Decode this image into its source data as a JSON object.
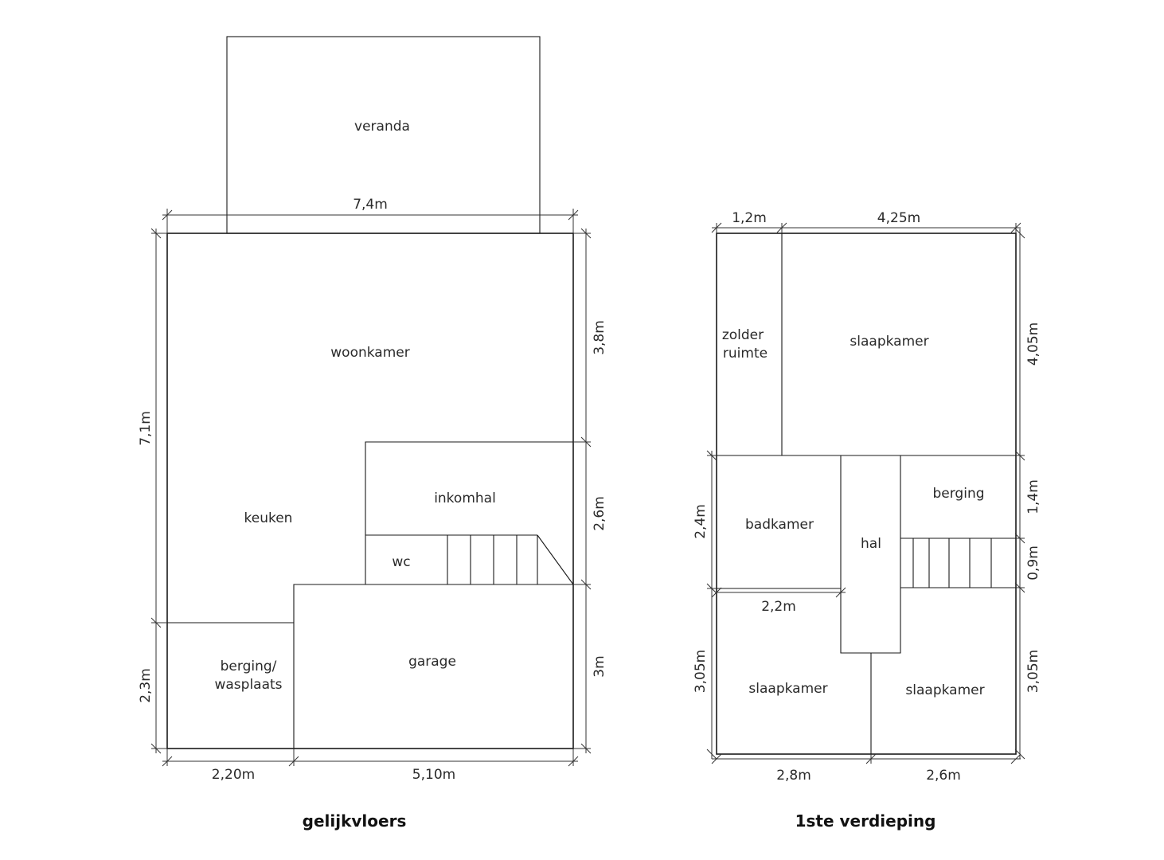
{
  "ground_floor": {
    "title": "gelijkvloers",
    "rooms": {
      "veranda": "veranda",
      "woonkamer": "woonkamer",
      "keuken": "keuken",
      "inkomhal": "inkomhal",
      "wc": "wc",
      "berging_line1": "berging/",
      "berging_line2": "wasplaats",
      "garage": "garage"
    },
    "dimensions": {
      "top_width": "7,4m",
      "left_height": "7,1m",
      "left_bottom": "2,3m",
      "right_top": "3,8m",
      "right_middle": "2,6m",
      "right_bottom": "3m",
      "bottom_left": "2,20m",
      "bottom_right": "5,10m"
    }
  },
  "first_floor": {
    "title": "1ste verdieping",
    "rooms": {
      "zolder_line1": "zolder",
      "zolder_line2": "ruimte",
      "slaapkamer_top": "slaapkamer",
      "badkamer": "badkamer",
      "hal": "hal",
      "berging": "berging",
      "slaapkamer_left": "slaapkamer",
      "slaapkamer_right": "slaapkamer"
    },
    "dimensions": {
      "top_left": "1,2m",
      "top_right": "4,25m",
      "right_top": "4,05m",
      "right_middle1": "1,4m",
      "right_middle2": "0,9m",
      "right_bottom": "3,05m",
      "left_middle": "2,4m",
      "left_bottom": "3,05m",
      "inner_badkamer": "2,2m",
      "bottom_left": "2,8m",
      "bottom_right": "2,6m"
    }
  }
}
